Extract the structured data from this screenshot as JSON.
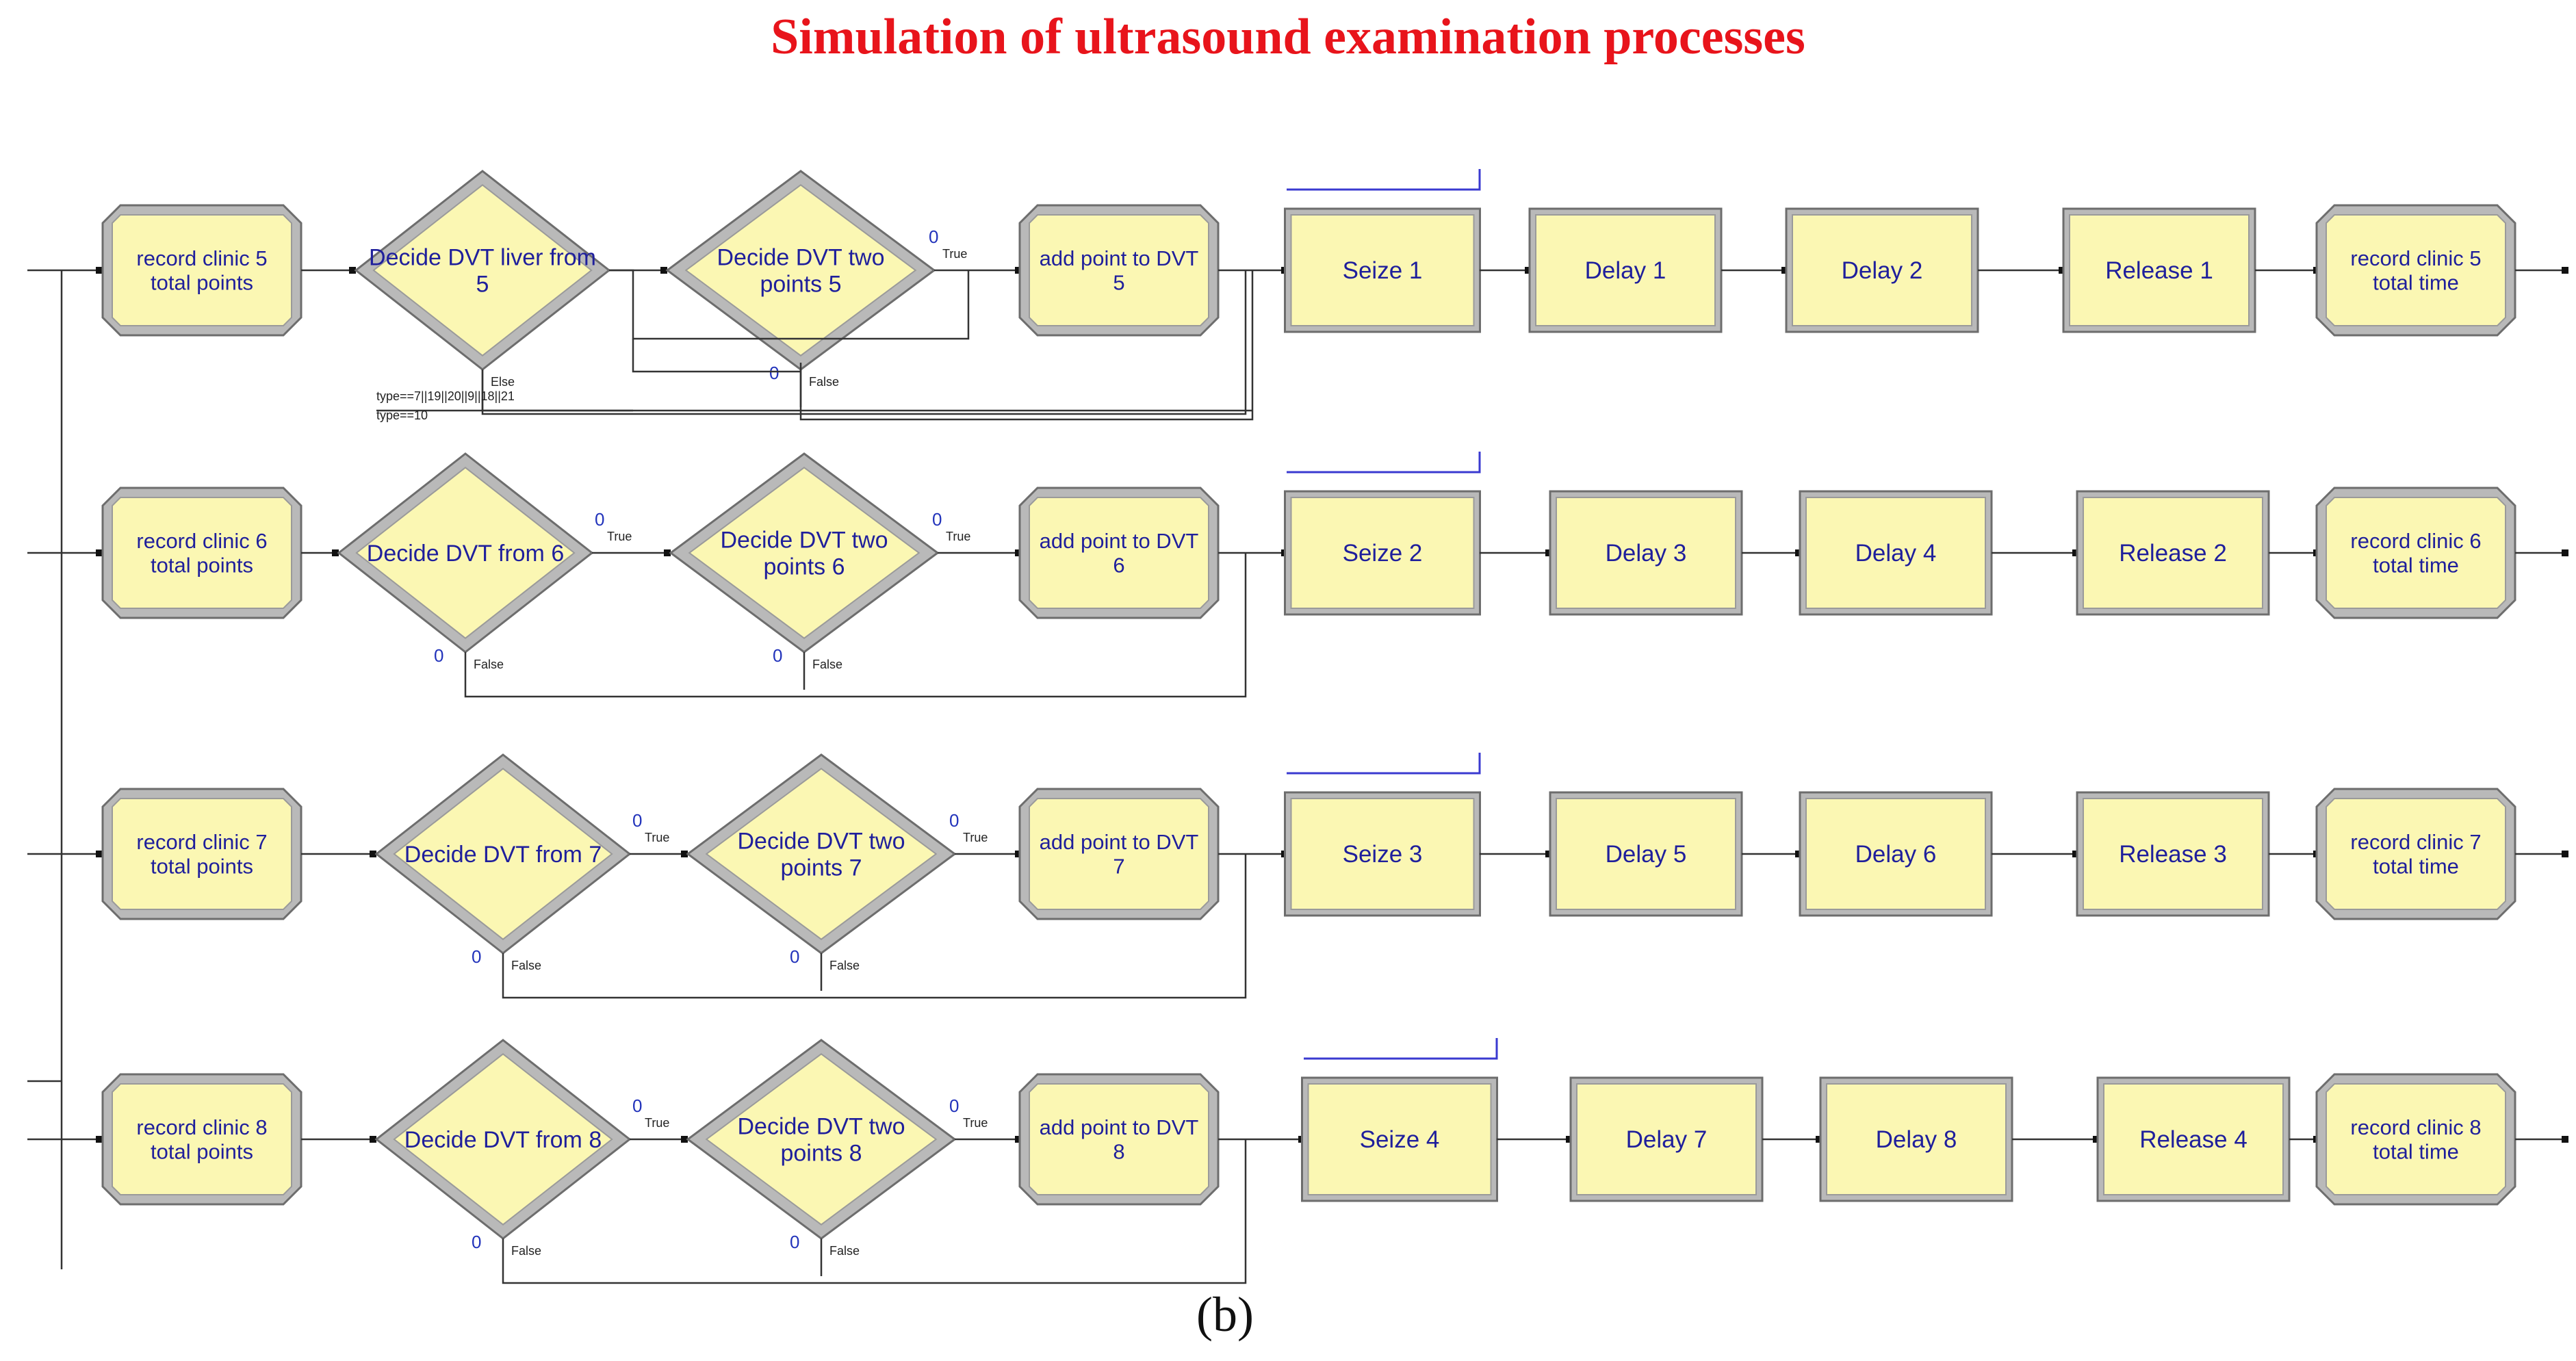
{
  "title": "Simulation of ultrasound examination processes",
  "caption": "(b)",
  "rows": [
    {
      "record_points": [
        "record clinic 5",
        "total points"
      ],
      "decide1": [
        "Decide DVT liver from",
        "5"
      ],
      "decide1_count": "",
      "decide1_true": "",
      "decide1_false": "Else",
      "decide1_false_count": "",
      "conditions": [
        "type==7||19||20||9||18||21",
        "type==10"
      ],
      "decide2": [
        "Decide DVT two",
        "points 5"
      ],
      "decide2_count": "0",
      "decide2_true": "True",
      "decide2_false": "False",
      "decide2_false_count": "0",
      "add_point": [
        "add point to DVT",
        "5"
      ],
      "seize": "Seize 1",
      "delay_a": "Delay 1",
      "delay_b": "Delay 2",
      "release": "Release 1",
      "record_time": [
        "record clinic 5",
        "total time"
      ]
    },
    {
      "record_points": [
        "record clinic 6",
        "total points"
      ],
      "decide1": [
        "Decide DVT  from 6"
      ],
      "decide1_count": "0",
      "decide1_true": "True",
      "decide1_false": "False",
      "decide1_false_count": "0",
      "conditions": [],
      "decide2": [
        "Decide DVT two",
        "points 6"
      ],
      "decide2_count": "0",
      "decide2_true": "True",
      "decide2_false": "False",
      "decide2_false_count": "0",
      "add_point": [
        "add point to DVT",
        "6"
      ],
      "seize": "Seize 2",
      "delay_a": "Delay 3",
      "delay_b": "Delay 4",
      "release": "Release 2",
      "record_time": [
        "record clinic 6",
        "total time"
      ]
    },
    {
      "record_points": [
        "record clinic 7",
        "total points"
      ],
      "decide1": [
        "Decide DVT  from 7"
      ],
      "decide1_count": "0",
      "decide1_true": "True",
      "decide1_false": "False",
      "decide1_false_count": "0",
      "conditions": [],
      "decide2": [
        "Decide DVT two",
        "points 7"
      ],
      "decide2_count": "0",
      "decide2_true": "True",
      "decide2_false": "False",
      "decide2_false_count": "0",
      "add_point": [
        "add point to DVT",
        "7"
      ],
      "seize": "Seize 3",
      "delay_a": "Delay 5",
      "delay_b": "Delay 6",
      "release": "Release 3",
      "record_time": [
        "record clinic 7",
        "total time"
      ]
    },
    {
      "record_points": [
        "record clinic 8",
        "total points"
      ],
      "decide1": [
        "Decide DVT  from 8"
      ],
      "decide1_count": "0",
      "decide1_true": "True",
      "decide1_false": "False",
      "decide1_false_count": "0",
      "conditions": [],
      "decide2": [
        "Decide DVT two",
        "points 8"
      ],
      "decide2_count": "0",
      "decide2_true": "True",
      "decide2_false": "False",
      "decide2_false_count": "0",
      "add_point": [
        "add point to DVT",
        "8"
      ],
      "seize": "Seize 4",
      "delay_a": "Delay 7",
      "delay_b": "Delay 8",
      "release": "Release 4",
      "record_time": [
        "record clinic 8",
        "total time"
      ]
    }
  ],
  "colors": {
    "title": "#e8141b",
    "module_fill": "#fbf7b3",
    "module_border": "#8a8a8a",
    "label": "#1f1f9c",
    "connector": "#333333",
    "resource_line": "#3a3ad0"
  }
}
